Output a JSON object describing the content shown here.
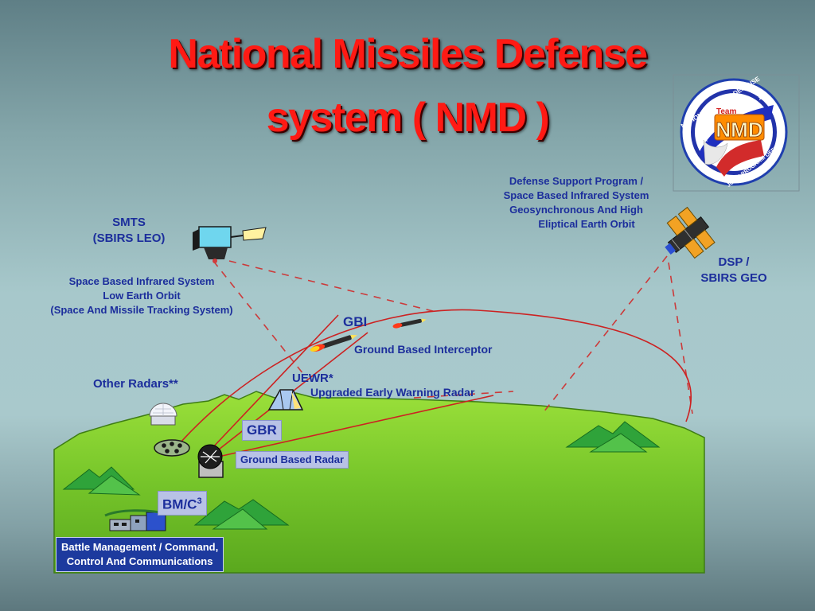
{
  "title": {
    "line1": "National Missiles Defense",
    "line2": "system ( NMD )"
  },
  "logo": {
    "ring_text": "NATIONAL MISSILE DEFENSE",
    "team_text": "Team",
    "nmd_text": "NMD",
    "office_text": "JOINT PROGRAM OFFICE"
  },
  "labels": {
    "smts": {
      "line1": "SMTS",
      "line2": "(SBIRS LEO)"
    },
    "sbirs_leo_desc": {
      "line1": "Space Based Infrared System",
      "line2": "Low Earth Orbit",
      "line3": "(Space And Missile Tracking System)"
    },
    "dsp_desc": {
      "line1": "Defense Support Program /",
      "line2": "Space Based Infrared System",
      "line3": "Geosynchronous And High",
      "line4": "Eliptical Earth Orbit"
    },
    "dsp": {
      "line1": "DSP /",
      "line2": "SBIRS GEO"
    },
    "gbi": "GBI",
    "gbi_desc": "Ground Based Interceptor",
    "uewr": "UEWR*",
    "uewr_desc": "Upgraded Early Warning Radar",
    "other_radars": "Other Radars**",
    "gbr": "GBR",
    "gbr_desc": "Ground Based Radar",
    "bmc3": "BM/C",
    "bmc3_sup": "3",
    "bmc3_desc": {
      "line1": "Battle Management / Command,",
      "line2": "Control And Communications"
    }
  },
  "colors": {
    "title": "#ff1a14",
    "label": "#1c2e9c",
    "trajectory": "#cc2222",
    "ground": "#7fcc2a",
    "mountain": "#2fa33a",
    "box_dark": "#1d3a9e"
  }
}
